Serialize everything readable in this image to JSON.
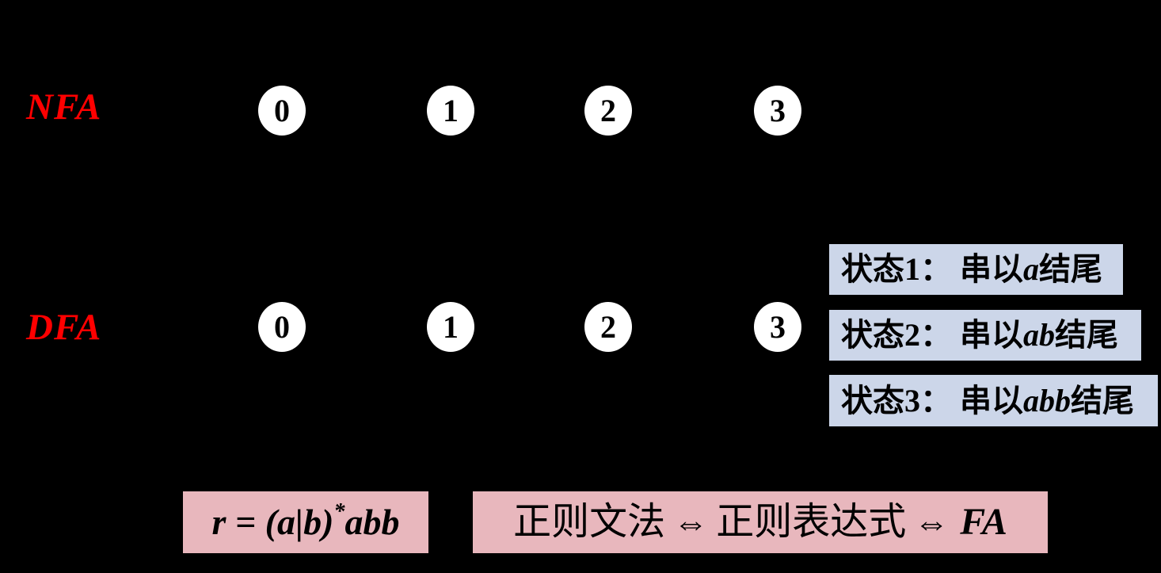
{
  "colors": {
    "background": "#000000",
    "row_label_red": "#ff0000",
    "state_fill": "#ffffff",
    "state_text": "#000000",
    "note_bg": "#ccd6e9",
    "note_text": "#000000",
    "formula_bg": "#e8b7bd",
    "formula_text": "#000000"
  },
  "nfa": {
    "label": "NFA",
    "states": [
      "0",
      "1",
      "2",
      "3"
    ]
  },
  "dfa": {
    "label": "DFA",
    "states": [
      "0",
      "1",
      "2",
      "3"
    ]
  },
  "notes": [
    {
      "title": "状态1：",
      "pre": " 串以",
      "em": "a",
      "post": "结尾"
    },
    {
      "title": "状态2：",
      "pre": " 串以",
      "em": "ab",
      "post": "结尾"
    },
    {
      "title": "状态3：",
      "pre": " 串以",
      "em": "abb",
      "post": "结尾"
    }
  ],
  "regex_box": {
    "base": "r = (a|b)",
    "sup": "*",
    "tail": "abb"
  },
  "equivalence_box": {
    "seg1": "正则文法",
    "arrow1": "⇔",
    "seg2": "正则表达式",
    "arrow2": "⇔",
    "fa": "FA"
  }
}
